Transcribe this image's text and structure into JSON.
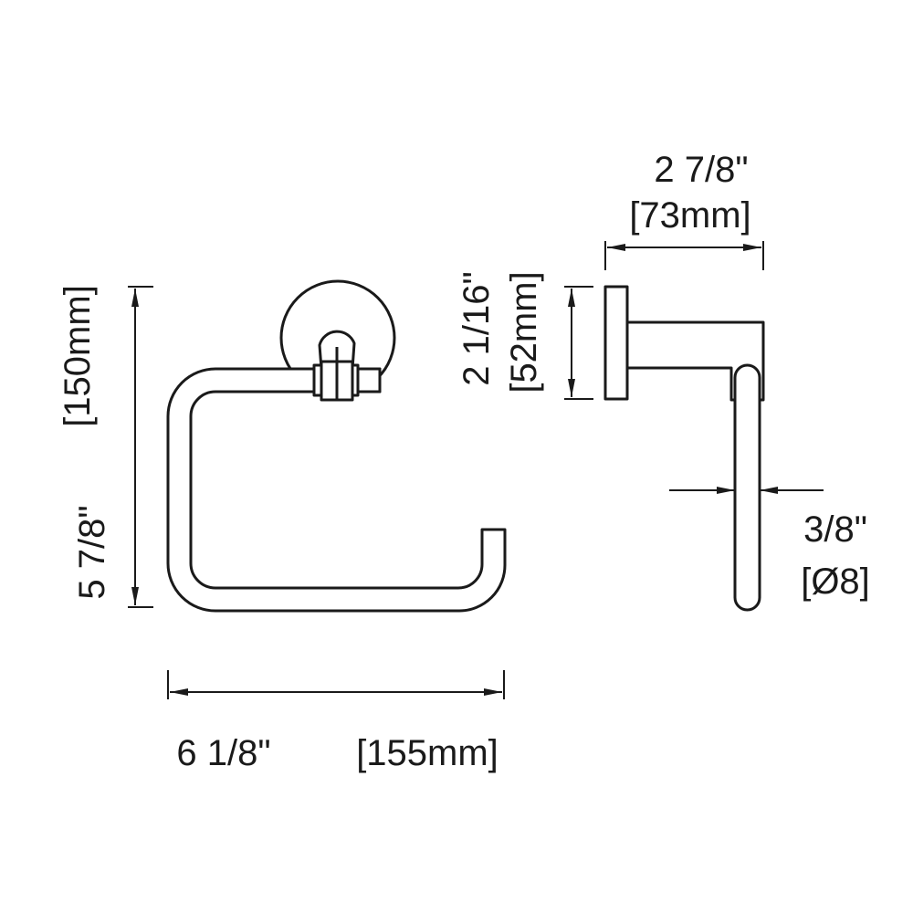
{
  "dimensions": {
    "height": {
      "imperial": "5 7/8\"",
      "metric": "[150mm]"
    },
    "width": {
      "imperial": "6 1/8\"",
      "metric": "[155mm]"
    },
    "depth": {
      "imperial": "2 7/8\"",
      "metric": "[73mm]"
    },
    "flange_height": {
      "imperial": "2 1/16\"",
      "metric": "[52mm]"
    },
    "rod_diameter": {
      "imperial": "3/8\"",
      "metric": "[Ø8]"
    }
  },
  "colors": {
    "line": "#1a1a1a",
    "background": "#ffffff"
  }
}
